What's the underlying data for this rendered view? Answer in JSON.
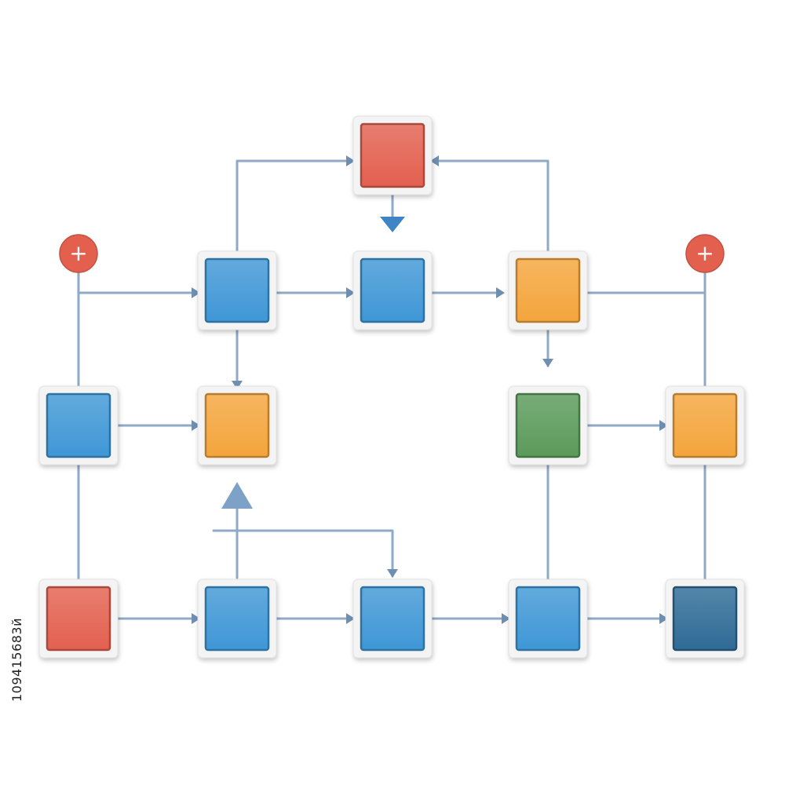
{
  "colors": {
    "background": "#ffffff",
    "connector": "#8fa9c6",
    "arrowhead": "#6f8fb2",
    "red": "#e3604f",
    "blue": "#3f97d6",
    "orange": "#f4a53c",
    "green": "#5b9a5a",
    "dark_blue": "#2f6b96",
    "tile_frame": "#f4f4f4"
  },
  "nodes": [
    {
      "id": "top",
      "color": "red"
    },
    {
      "id": "r2c1",
      "color": "blue"
    },
    {
      "id": "r2c2",
      "color": "blue"
    },
    {
      "id": "r2c3",
      "color": "orange"
    },
    {
      "id": "r3c0",
      "color": "blue"
    },
    {
      "id": "r3c1",
      "color": "orange"
    },
    {
      "id": "r3c3",
      "color": "green"
    },
    {
      "id": "r3c4",
      "color": "orange"
    },
    {
      "id": "r4c0",
      "color": "red"
    },
    {
      "id": "r4c1",
      "color": "blue"
    },
    {
      "id": "r4c2",
      "color": "blue"
    },
    {
      "id": "r4c3",
      "color": "blue"
    },
    {
      "id": "r4c4",
      "color": "dark_blue"
    }
  ],
  "terminals": [
    {
      "id": "left",
      "symbol": "+",
      "color": "red"
    },
    {
      "id": "right",
      "symbol": "+",
      "color": "red"
    }
  ],
  "side_text": "109415683й"
}
